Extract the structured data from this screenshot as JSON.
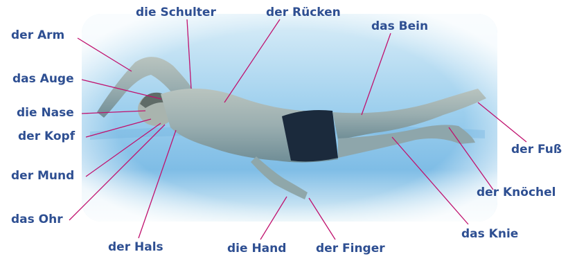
{
  "labels": {
    "schulter": "die Schulter",
    "ruecken": "der Rücken",
    "arm": "der Arm",
    "bein": "das Bein",
    "auge": "das Auge",
    "nase": "die Nase",
    "kopf": "der Kopf",
    "mund": "der Mund",
    "ohr": "das Ohr",
    "hals": "der Hals",
    "hand": "die Hand",
    "finger": "der Finger",
    "knie": "das Knie",
    "knoechel": "der Knöchel",
    "fuss": "der Fuß"
  },
  "colors": {
    "label_text": "#2e4f92",
    "leader_line": "#c0116e",
    "water_light": "#cfe6f4",
    "water_mid": "#8ec4e6",
    "skin": "#a5b5b5",
    "swimsuit": "#1b2a3c"
  }
}
